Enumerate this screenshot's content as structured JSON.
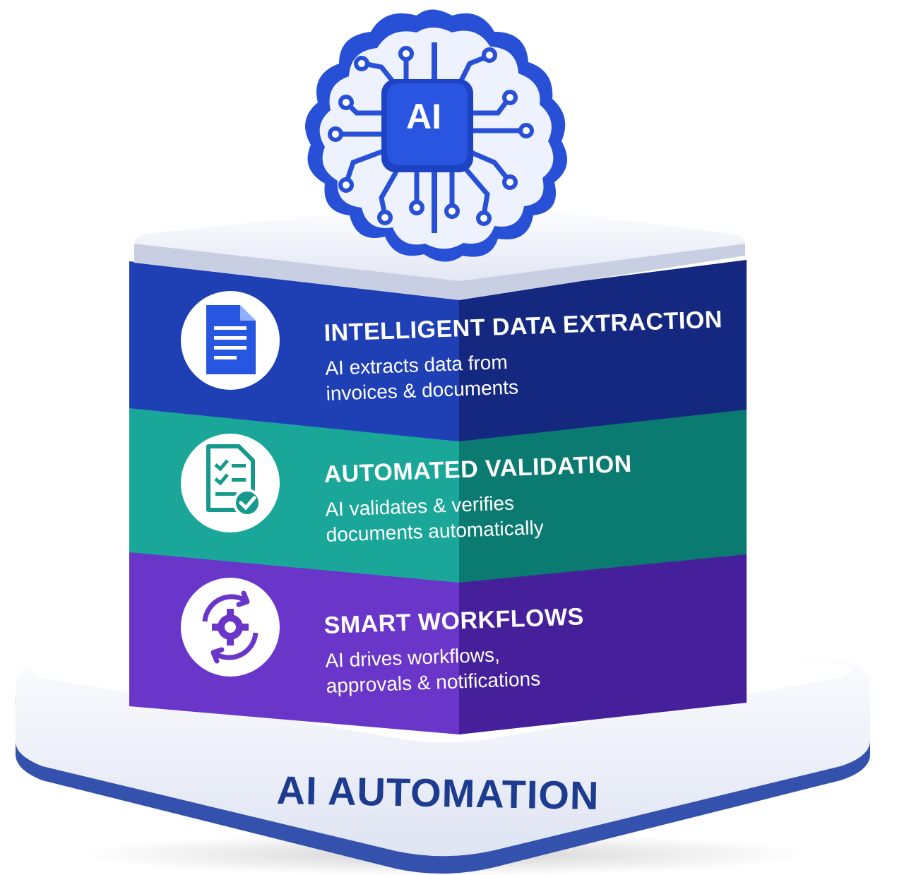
{
  "brain": {
    "chip_label": "AI"
  },
  "layers": [
    {
      "title": "INTELLIGENT DATA EXTRACTION",
      "desc_line1": "AI extracts data from",
      "desc_line2": "invoices & documents",
      "icon": "document-icon",
      "color_front": "#1f3fb5",
      "color_front_dark": "#18319a",
      "color_side": "#14287f"
    },
    {
      "title": "AUTOMATED VALIDATION",
      "desc_line1": "AI validates & verifies",
      "desc_line2": "documents automatically",
      "icon": "document-check-icon",
      "color_front": "#1aa699",
      "color_front_dark": "#128f85",
      "color_side": "#0b7a70"
    },
    {
      "title": "SMART WORKFLOWS",
      "desc_line1": "AI drives workflows,",
      "desc_line2": "approvals & notifications",
      "icon": "gear-cycle-icon",
      "color_front": "#6a36c9",
      "color_front_dark": "#5a2bb4",
      "color_side": "#46209a"
    }
  ],
  "base": {
    "label": "AI AUTOMATION",
    "color_top": "#f4f6fc",
    "color_band": "#3554b0"
  },
  "colors": {
    "brain_blue": "#2750d6",
    "brain_light": "#eef2ff",
    "platform_top": "#f3f5fb"
  }
}
